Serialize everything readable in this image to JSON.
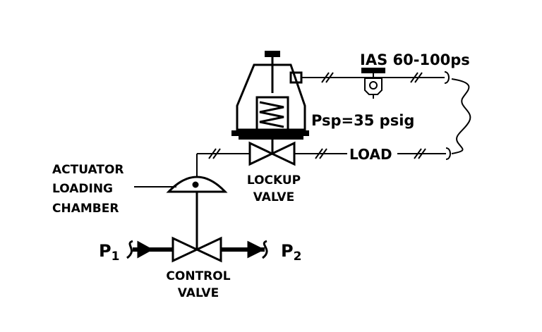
{
  "labels": {
    "ias": "IAS 60-100ps",
    "setpoint": "Psp=35 psig",
    "load": "LOAD",
    "actuator_line1": "ACTUATOR",
    "actuator_line2": "LOADING",
    "actuator_line3": "CHAMBER",
    "lockup_line1": "LOCKUP",
    "lockup_line2": "VALVE",
    "control_line1": "CONTROL",
    "control_line2": "VALVE",
    "p1_base": "P",
    "p1_sub": "1",
    "p2_base": "P",
    "p2_sub": "2"
  },
  "colors": {
    "ink": "#000000",
    "background": "#ffffff"
  }
}
